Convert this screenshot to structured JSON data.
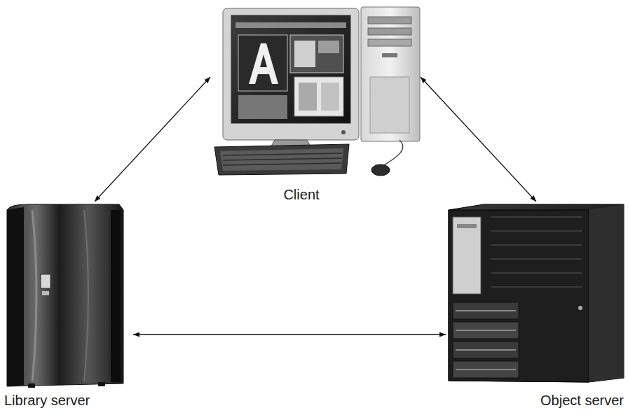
{
  "diagram": {
    "nodes": [
      {
        "text": [
          "Client"
        ]
      },
      {
        "text": [
          "Library server"
        ]
      },
      {
        "text": [
          "Object server"
        ]
      }
    ],
    "edges": [
      {
        "from": 0,
        "to": 1,
        "arrow": "both"
      },
      {
        "from": 0,
        "to": 2,
        "arrow": "both"
      },
      {
        "from": 1,
        "to": 2,
        "arrow": "both"
      }
    ]
  }
}
